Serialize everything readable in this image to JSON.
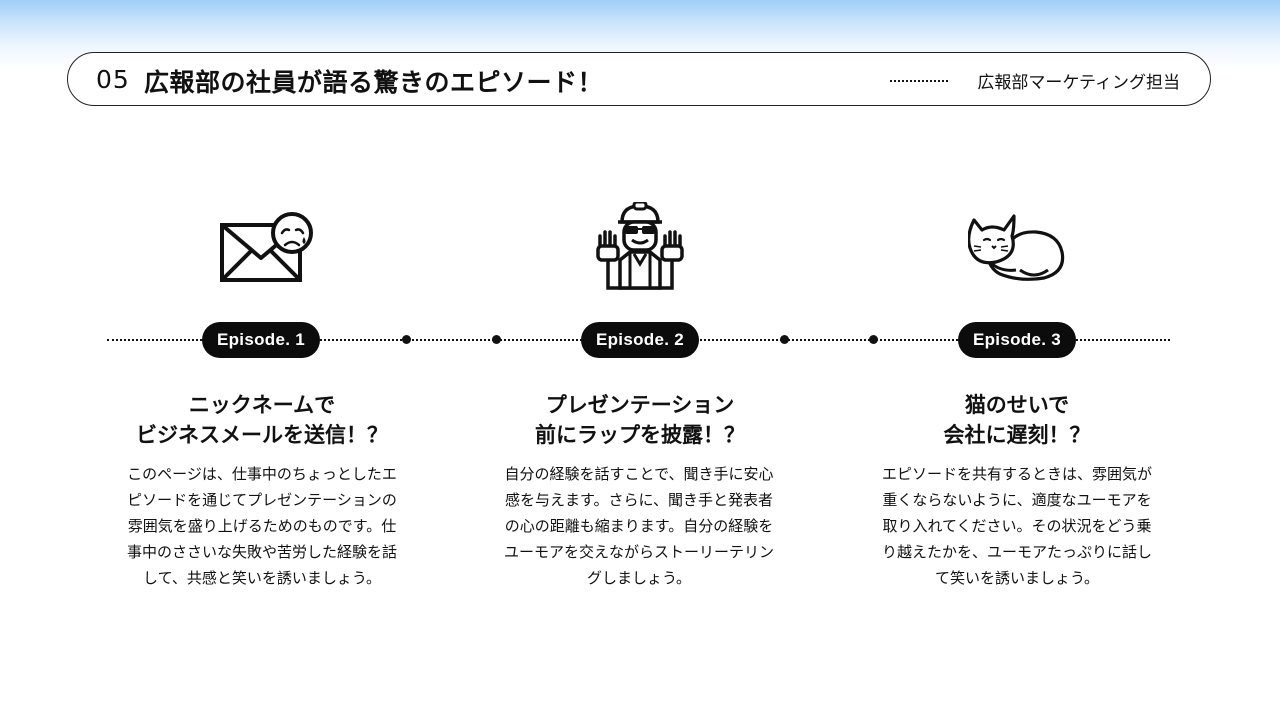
{
  "header": {
    "number": "05",
    "title": "広報部の社員が語る驚きのエピソード！",
    "subtitle": "広報部マーケティング担当"
  },
  "episodes": [
    {
      "label": "Episode. 1",
      "icon": "envelope-sad-face-icon",
      "title_line1": "ニックネームで",
      "title_line2": "ビジネスメールを送信！？",
      "description": "このページは、仕事中のちょっとしたエピソードを通じてプレゼンテーションの雰囲気を盛り上げるためのものです。仕事中のささいな失敗や苦労した経験を話して、共感と笑いを誘いましょう。"
    },
    {
      "label": "Episode. 2",
      "icon": "rapper-person-icon",
      "title_line1": "プレゼンテーション",
      "title_line2": "前にラップを披露！？",
      "description": "自分の経験を話すことで、聞き手に安心感を与えます。さらに、聞き手と発表者の心の距離も縮まります。自分の経験をユーモアを交えながらストーリーテリングしましょう。"
    },
    {
      "label": "Episode. 3",
      "icon": "cat-icon",
      "title_line1": "猫のせいで",
      "title_line2": "会社に遅刻！？",
      "description": "エピソードを共有するときは、雰囲気が重くならないように、適度なユーモアを取り入れてください。その状況をどう乗り越えたかを、ユーモアたっぷりに話して笑いを誘いましょう。"
    }
  ]
}
